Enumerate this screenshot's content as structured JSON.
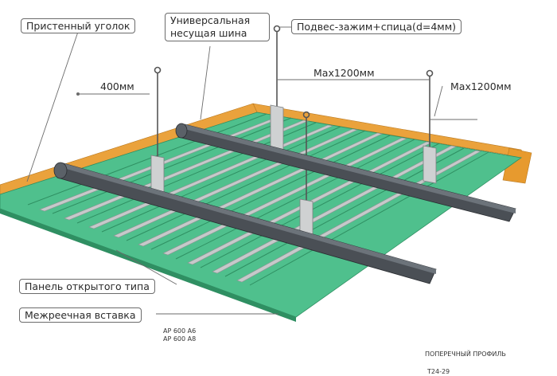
{
  "labels": {
    "wall_angle": "Пристенный уголок",
    "carrier_line1": "Универсальная",
    "carrier_line2": "несущая шина",
    "hanger": "Подвес-зажим+спица(d=4мм)",
    "dim_400": "400мм",
    "dim_max1": "Max1200мм",
    "dim_max2": "Max1200мм",
    "panel": "Панель открытого типа",
    "insert": "Межреечная вставка",
    "code1": "AP 600 A6",
    "code2": "AP 600 A8",
    "cross_profile": "ПОПЕРЕЧНЫЙ ПРОФИЛЬ",
    "t24": "T24-29"
  },
  "colors": {
    "panel_green": "#4fc08d",
    "panel_dark": "#2f8f62",
    "insert_grey": "#b9bcbd",
    "angle_orange": "#eaa23c",
    "rail_dark": "#4a4f55",
    "bracket": "#c9cbcc"
  }
}
